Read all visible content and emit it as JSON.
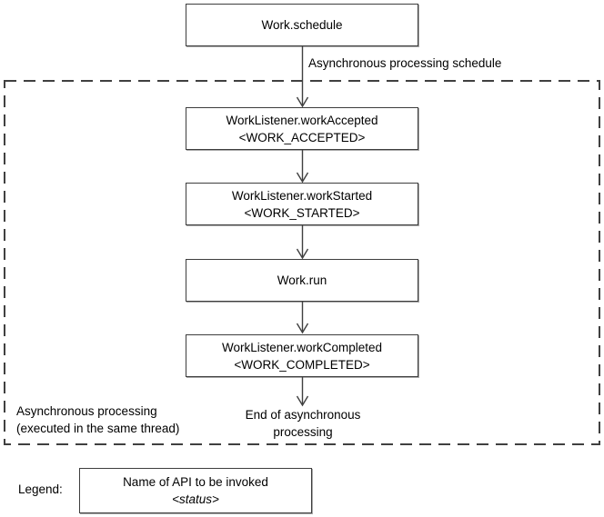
{
  "colors": {
    "line": "#404040",
    "text": "#000000",
    "background": "#ffffff"
  },
  "flow": {
    "schedule_box": {
      "label": "Work.schedule"
    },
    "schedule_arrow_label": "Asynchronous processing schedule",
    "inner_boxes": [
      {
        "api": "WorkListener.workAccepted",
        "status": "<WORK_ACCEPTED>"
      },
      {
        "api": "WorkListener.workStarted",
        "status": "<WORK_STARTED>"
      },
      {
        "api": "Work.run",
        "status": ""
      },
      {
        "api": "WorkListener.workCompleted",
        "status": "<WORK_COMPLETED>"
      }
    ],
    "region_caption": {
      "line1": "Asynchronous processing",
      "line2": "(executed in the same thread)"
    },
    "end_label": {
      "line1": "End of asynchronous",
      "line2": "processing"
    }
  },
  "legend": {
    "label": "Legend:",
    "box_line1": "Name of API to be invoked",
    "box_line2": "<status>"
  }
}
